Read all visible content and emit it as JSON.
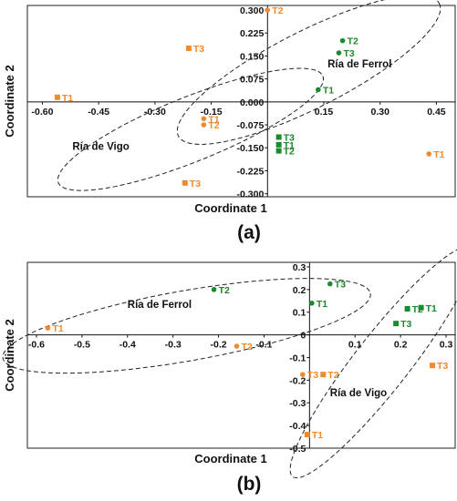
{
  "colors": {
    "orange": "#f08a2c",
    "green": "#1a8a2e"
  },
  "chart_data": [
    {
      "panel_label": "(a)",
      "type": "scatter",
      "xlabel": "Coordinate 1",
      "ylabel": "Coordinate 2",
      "xlim": [
        -0.64,
        0.5
      ],
      "ylim": [
        -0.31,
        0.315
      ],
      "xticks": [
        -0.6,
        -0.45,
        -0.3,
        -0.15,
        0.15,
        0.3,
        0.45
      ],
      "xtick_labels": [
        "-0.60",
        "-0.45",
        "-0.30",
        "-0.15",
        "0.15",
        "0.30",
        "0.45"
      ],
      "yticks": [
        0.3,
        0.225,
        0.15,
        0.075,
        0.0,
        -0.075,
        -0.15,
        -0.225,
        -0.3
      ],
      "ytick_labels": [
        "0.300",
        "0.225",
        "0.150",
        "0.075",
        "0.000",
        "-0.075",
        "-0.150",
        "-0.225",
        "-0.300"
      ],
      "regions": [
        {
          "name": "Ría de Ferrol",
          "label_x": 0.16,
          "label_y": 0.125,
          "cx": 0.11,
          "cy": 0.105,
          "rx": 0.39,
          "ry": 0.125,
          "angle": -27
        },
        {
          "name": "Ría de Vigo",
          "label_x": -0.52,
          "label_y": -0.145,
          "cx": -0.205,
          "cy": -0.09,
          "rx": 0.38,
          "ry": 0.105,
          "angle": -22
        }
      ],
      "points": [
        {
          "label": "T2",
          "x": 0.0,
          "y": 0.3,
          "color": "orange",
          "marker": "circle"
        },
        {
          "label": "T3",
          "x": -0.21,
          "y": 0.175,
          "color": "orange",
          "marker": "square"
        },
        {
          "label": "T1",
          "x": -0.56,
          "y": 0.015,
          "color": "orange",
          "marker": "square"
        },
        {
          "label": "T1",
          "x": -0.17,
          "y": -0.055,
          "color": "orange",
          "marker": "circle"
        },
        {
          "label": "T2",
          "x": -0.17,
          "y": -0.075,
          "color": "orange",
          "marker": "circle"
        },
        {
          "label": "T3",
          "x": -0.22,
          "y": -0.265,
          "color": "orange",
          "marker": "square"
        },
        {
          "label": "T1",
          "x": 0.43,
          "y": -0.17,
          "color": "orange",
          "marker": "circle"
        },
        {
          "label": "T2",
          "x": 0.2,
          "y": 0.2,
          "color": "green",
          "marker": "circle"
        },
        {
          "label": "T3",
          "x": 0.19,
          "y": 0.16,
          "color": "green",
          "marker": "circle"
        },
        {
          "label": "T1",
          "x": 0.135,
          "y": 0.04,
          "color": "green",
          "marker": "circle"
        },
        {
          "label": "T3",
          "x": 0.03,
          "y": -0.115,
          "color": "green",
          "marker": "square"
        },
        {
          "label": "T1",
          "x": 0.03,
          "y": -0.14,
          "color": "green",
          "marker": "square"
        },
        {
          "label": "T2",
          "x": 0.03,
          "y": -0.16,
          "color": "green",
          "marker": "square"
        }
      ]
    },
    {
      "panel_label": "(b)",
      "type": "scatter",
      "xlabel": "Coordinate 1",
      "ylabel": "Coordinate 2",
      "xlim": [
        -0.62,
        0.32
      ],
      "ylim": [
        -0.5,
        0.32
      ],
      "xticks": [
        -0.6,
        -0.5,
        -0.4,
        -0.3,
        -0.2,
        -0.1,
        0.1,
        0.2,
        0.3
      ],
      "xtick_labels": [
        "-0.6",
        "-0.5",
        "-0.4",
        "-0.3",
        "-0.2",
        "-0.1",
        "0.1",
        "0.2",
        "0.3"
      ],
      "yticks": [
        0.3,
        0.2,
        0.1,
        0.0,
        -0.1,
        -0.2,
        -0.3,
        -0.4,
        -0.5
      ],
      "ytick_labels": [
        "0.3",
        "0.2",
        "0.1",
        "0",
        "-0.1",
        "-0.2",
        "-0.3",
        "-0.4",
        "-0.5"
      ],
      "regions": [
        {
          "name": "Ría de Ferrol",
          "label_x": -0.4,
          "label_y": 0.135,
          "cx": -0.27,
          "cy": 0.04,
          "rx": 0.41,
          "ry": 0.155,
          "angle": -10
        },
        {
          "name": "Ría de Vigo",
          "label_x": 0.045,
          "label_y": -0.255,
          "cx": 0.16,
          "cy": -0.12,
          "rx": 0.32,
          "ry": 0.12,
          "angle": -52
        }
      ],
      "points": [
        {
          "label": "T1",
          "x": -0.575,
          "y": 0.03,
          "color": "orange",
          "marker": "circle"
        },
        {
          "label": "T2",
          "x": -0.16,
          "y": -0.05,
          "color": "orange",
          "marker": "circle"
        },
        {
          "label": "T3",
          "x": -0.015,
          "y": -0.175,
          "color": "orange",
          "marker": "circle"
        },
        {
          "label": "T2",
          "x": 0.03,
          "y": -0.175,
          "color": "orange",
          "marker": "square"
        },
        {
          "label": "T1",
          "x": -0.005,
          "y": -0.44,
          "color": "orange",
          "marker": "square"
        },
        {
          "label": "T3",
          "x": 0.27,
          "y": -0.135,
          "color": "orange",
          "marker": "square"
        },
        {
          "label": "T2",
          "x": -0.21,
          "y": 0.2,
          "color": "green",
          "marker": "circle"
        },
        {
          "label": "T3",
          "x": 0.045,
          "y": 0.225,
          "color": "green",
          "marker": "circle"
        },
        {
          "label": "T1",
          "x": 0.005,
          "y": 0.14,
          "color": "green",
          "marker": "circle"
        },
        {
          "label": "T2",
          "x": 0.215,
          "y": 0.115,
          "color": "green",
          "marker": "square"
        },
        {
          "label": "T1",
          "x": 0.245,
          "y": 0.12,
          "color": "green",
          "marker": "square"
        },
        {
          "label": "T3",
          "x": 0.19,
          "y": 0.05,
          "color": "green",
          "marker": "square"
        }
      ]
    }
  ]
}
